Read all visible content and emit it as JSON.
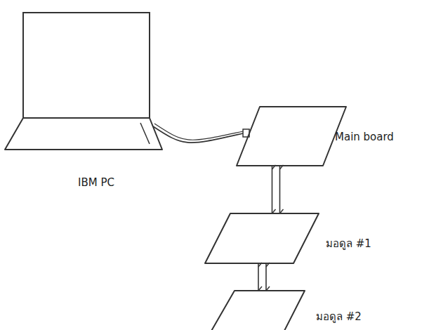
{
  "diagram": {
    "nodes": [
      {
        "text": [
          "IBM PC"
        ]
      },
      {
        "text": [
          "Main board"
        ]
      },
      {
        "text": [
          "มอดูล #1"
        ]
      },
      {
        "text": [
          "มอดูล #2"
        ]
      }
    ],
    "edges": [
      {
        "from": 0,
        "to": 1,
        "arrow": "none"
      },
      {
        "from": 1,
        "to": 2,
        "arrow": "none"
      },
      {
        "from": 2,
        "to": 3,
        "arrow": "none"
      }
    ]
  }
}
